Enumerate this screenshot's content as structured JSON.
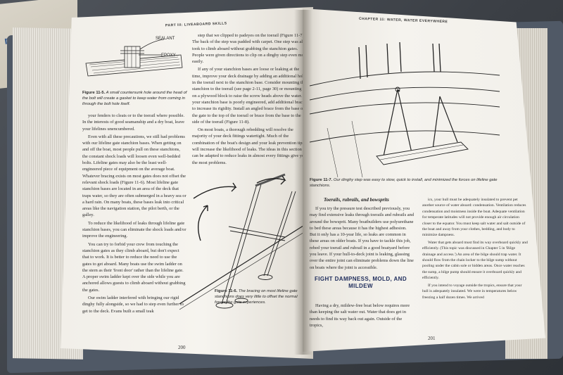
{
  "background": {
    "scrap_text": "n Byle",
    "colors": {
      "table": "#3b3f45",
      "cover": "#505966",
      "paper": "#f4f2ed",
      "section_head": "#1f2d5c"
    }
  },
  "left_page": {
    "running_head": "PART III: LIVEABOARD SKILLS",
    "page_number": "200",
    "figure_5": {
      "label_sealant": "SEALANT",
      "label_epoxy": "EPOXY",
      "caption_number": "Figure 11-5.",
      "caption_text": "A small countersunk hole around the head of the bolt will create a gasket to keep water from coming in through the bolt hole itself."
    },
    "figure_6": {
      "caption_number": "Figure 11-6.",
      "caption_text": "The bracing on most lifeline gate stanchions does very little to offset the normal forces the gate experiences."
    },
    "col_right_top": [
      "step that we clipped to padeyes on the toerail (Figure 11-7). The back of the step was padded with carpet. One step was all it took to climb aboard without grabbing the stanchion gates. People were given directions to clip on a dinghy step even more easily.",
      "If any of your stanchion bases are loose or leaking at the time, improve your deck drainage by adding an additional hole in the toerail next to the stanchion base. Consider mounting the stanchion to the toerail (see page 2-11, page 30) or mounting it on a plywood block to raise the screw heads above the water. If your stanchion base is poorly engineered, add additional bracing to increase its rigidity. Install an angled brace from the base of the gate to the top of the toerail or brace from the base to the side of the toerail (Figure 11-8).",
      "On most boats, a thorough rebedding will resolve the majority of your deck fittings watertight. Much of the combination of the boat's design and your leak prevention tips will increase the likelihood of leaks. The ideas in this section can be adapted to reduce leaks in almost every fittings give you the most problems."
    ],
    "col_left": [
      "your fenders to cleats or to the toerail where possible. In the interests of good seamanship and a dry boat, leave your lifelines unencumbered.",
      "Even with all these precautions, we still had problems with our lifeline gate stanchion bases. When getting on and off the boat, most people pull on these stanchions, the constant shock loads will loosen even well-bedded bolts. Lifeline gates may also be the least well-engineered piece of equipment on the average boat. Whatever bracing exists on most gates does not offset the relevant shock loads (Figure 11-6). Most lifeline gate stanchion bases are located in an area of the deck that traps water, so they are often submerged in a heavy sea or a hard rain. On many boats, these bases leak into critical areas like the navigation station, the pilot berth, or the galley.",
      "To reduce the likelihood of leaks through lifeline gate stanchion bases, you can eliminate the shock loads and/or improve the engineering.",
      "You can try to forbid your crew from touching the stanchion gates as they climb aboard, but don't expect that to work. It is better to reduce the need to use the gates to get aboard. Many boats use the swim ladder on the stern as their 'front door' rather than the lifeline gate. A proper swim ladder kept over the side while you are anchored allows guests to climb aboard without grabbing the gates.",
      "Our swim ladder interfered with bringing our rigid dinghy fully alongside, so we had to step even further to get to the deck. Evans built a small teak"
    ]
  },
  "right_page": {
    "running_head": "CHAPTER 11: WATER, WATER EVERYWHERE",
    "page_number": "201",
    "figure_7": {
      "caption_number": "Figure 11-7.",
      "caption_text": "Our dinghy step was easy to stow, quick to install, and minimized the forces on lifeline gate stanchions."
    },
    "subhead": "Toerails, rubrails, and bowsprits",
    "col_left": [
      "If you try the pressure test described previously, you may find extensive leaks through toerails and rubrails and around the bowsprit. Many boatbuilders use polyurethane to bed these areas because it has the highest adhesion. But it only has a 10-year life, so leaks are common in these areas on older boats. If you have to tackle this job, rebed your toerail and rubrail in a good boatyard before you leave. If your hull-to-deck joint is leaking, glassing over the entire joint can eliminate problems down the line on boats where the joint is accessible."
    ],
    "section_head": "FIGHT DAMPNESS, MOLD, AND MILDEW",
    "col_left_bottom": "Having a dry, mildew-free boat below requires more than keeping the salt water out. Water that does get in needs to find its way back out again. Outside of the tropics,",
    "col_right": [
      "ics, your hull must be adequately insulated to prevent pet another source of water aboard: condensation. Ventilation reduces condensation and moistness inside the boat. Adequate ventilation for temperate latitudes will not provide enough air circulation closer to the equator. You must keep salt water and salt outside of the boat and away from your clothes, bedding, and body to minimize dampness.",
      "Water that gets aboard must find its way overboard quickly and efficiently. (This topic was discussed in Chapter 5 in 'Bilge drainage and access.') An area of the bilge should trap water. It should flow from the chain locker to the bilge sump without pooling under the cabin sole or hidden areas. Once water reaches the sump, a bilge pump should ensure it overboard quickly and efficiently.",
      "If you intend to voyage outside the tropics, ensure that your hull is adequately insulated. We were in temperatures below freezing a half dozen times. We arrived"
    ]
  }
}
